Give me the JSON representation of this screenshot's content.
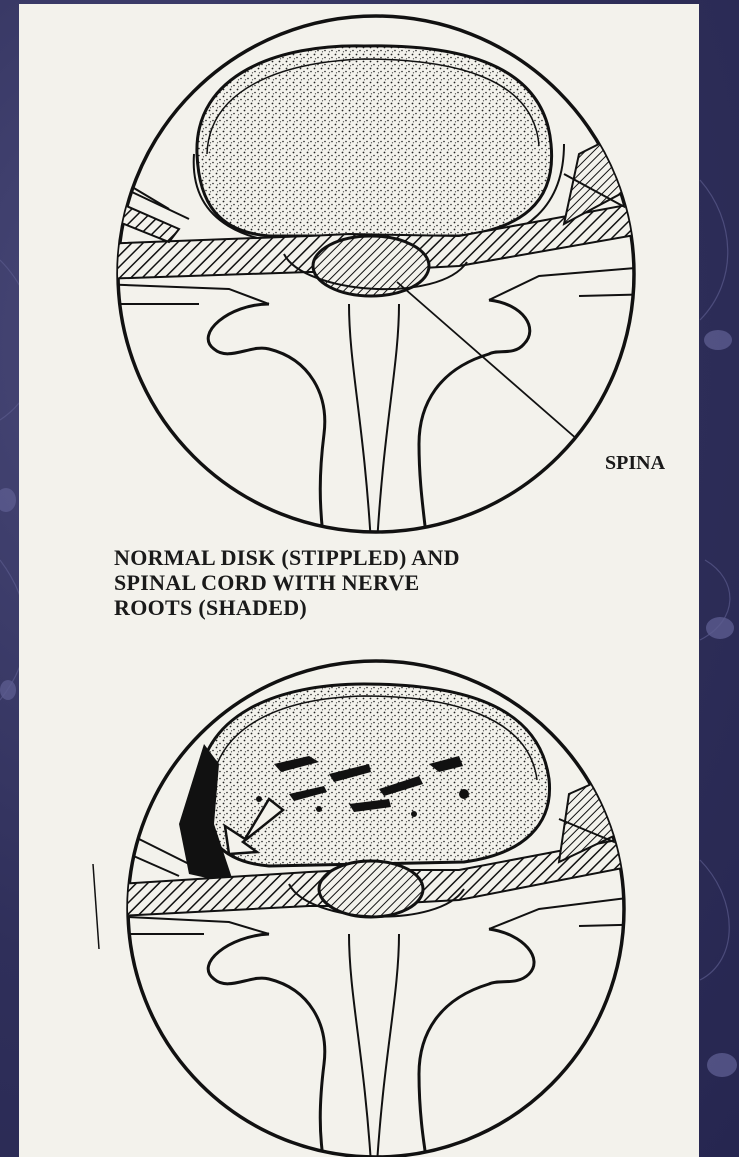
{
  "slide": {
    "background_color": "#2f2f5a",
    "paper_color": "#f3f2ec"
  },
  "figure_top": {
    "pointer_label": "SPINA",
    "caption_lines": [
      "NORMAL DISK (STIPPLED) AND",
      "SPINAL CORD WITH NERVE",
      "ROOTS (SHADED)"
    ]
  }
}
